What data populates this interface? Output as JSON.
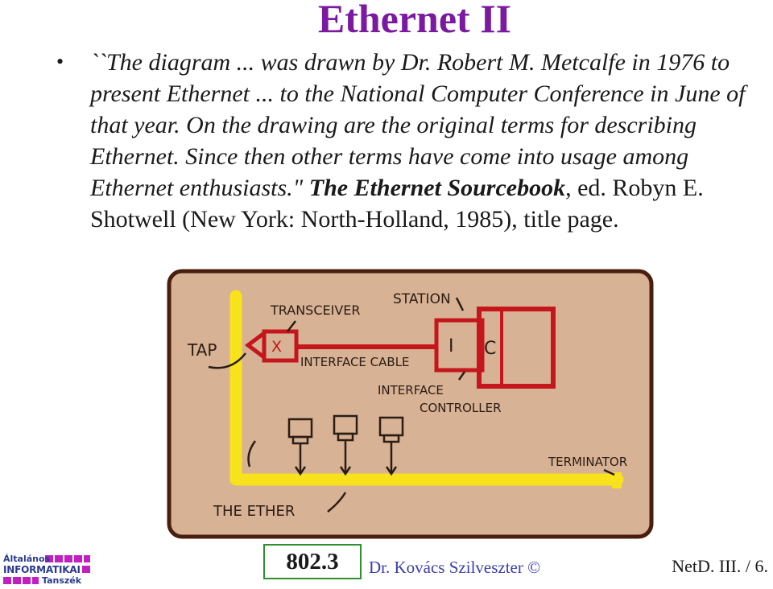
{
  "slide": {
    "title": "Ethernet II",
    "bullet_symbol": "•",
    "quote": "``The diagram ... was drawn by Dr. Robert M. Metcalfe in 1976 to present Ethernet ... to the National Computer Conference in June of that year. On the drawing are the original terms for describing Ethernet. Since then other terms have come into usage among Ethernet enthusiasts.\"",
    "source_title": "The Ethernet Sourcebook",
    "source_rest": ", ed. Robyn E. Shotwell (New York: North-Holland, 1985), title page."
  },
  "drawing": {
    "labels": {
      "station": "STATION",
      "transceiver": "TRANSCEIVER",
      "tap": "TAP",
      "x": "X",
      "interface_cable": "INTERFACE CABLE",
      "i": "I",
      "c": "C",
      "interface_controller_line1": "INTERFACE",
      "interface_controller_line2": "CONTROLLER",
      "terminator": "TERMINATOR",
      "the_ether": "THE ETHER"
    },
    "colors": {
      "background": "#d7b294",
      "frame": "#4a1e0e",
      "ether": "#f7e21b",
      "station": "#c4161c",
      "ink": "#2b1c14"
    }
  },
  "footer": {
    "logo_line1": "Általános",
    "logo_line2": "INFORMATIKAI",
    "logo_line3": "Tanszék",
    "standard": "802.3",
    "author": "Dr. Kovács Szilveszter ©",
    "page": "NetD. III. / 6."
  }
}
